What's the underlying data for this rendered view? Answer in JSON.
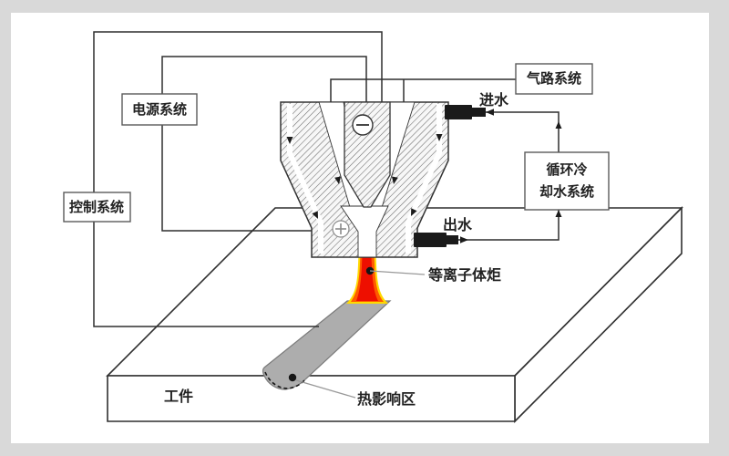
{
  "diagram": {
    "title_hint": "plasma-torch-system-schematic",
    "boxes": {
      "power_system": "电源系统",
      "control_system": "控制系统",
      "gas_system": "气路系统",
      "cooling_system_line1": "循环冷",
      "cooling_system_line2": "却水系统"
    },
    "labels": {
      "water_inlet": "进水",
      "water_outlet": "出水",
      "plasma_torch": "等离子体炬",
      "workpiece": "工件",
      "heat_affected_zone": "热影响区"
    },
    "icons": {
      "cathode": "minus-in-circle",
      "anode": "plus-in-circle"
    },
    "colors": {
      "background_frame": "#d9d9d9",
      "canvas": "#ffffff",
      "line": "#2f2f2f",
      "flame_core": "#ee0f00",
      "flame_mid": "#ff5a00",
      "flame_outer": "#ffd800",
      "weld_seam_gray": "#adadad"
    }
  }
}
